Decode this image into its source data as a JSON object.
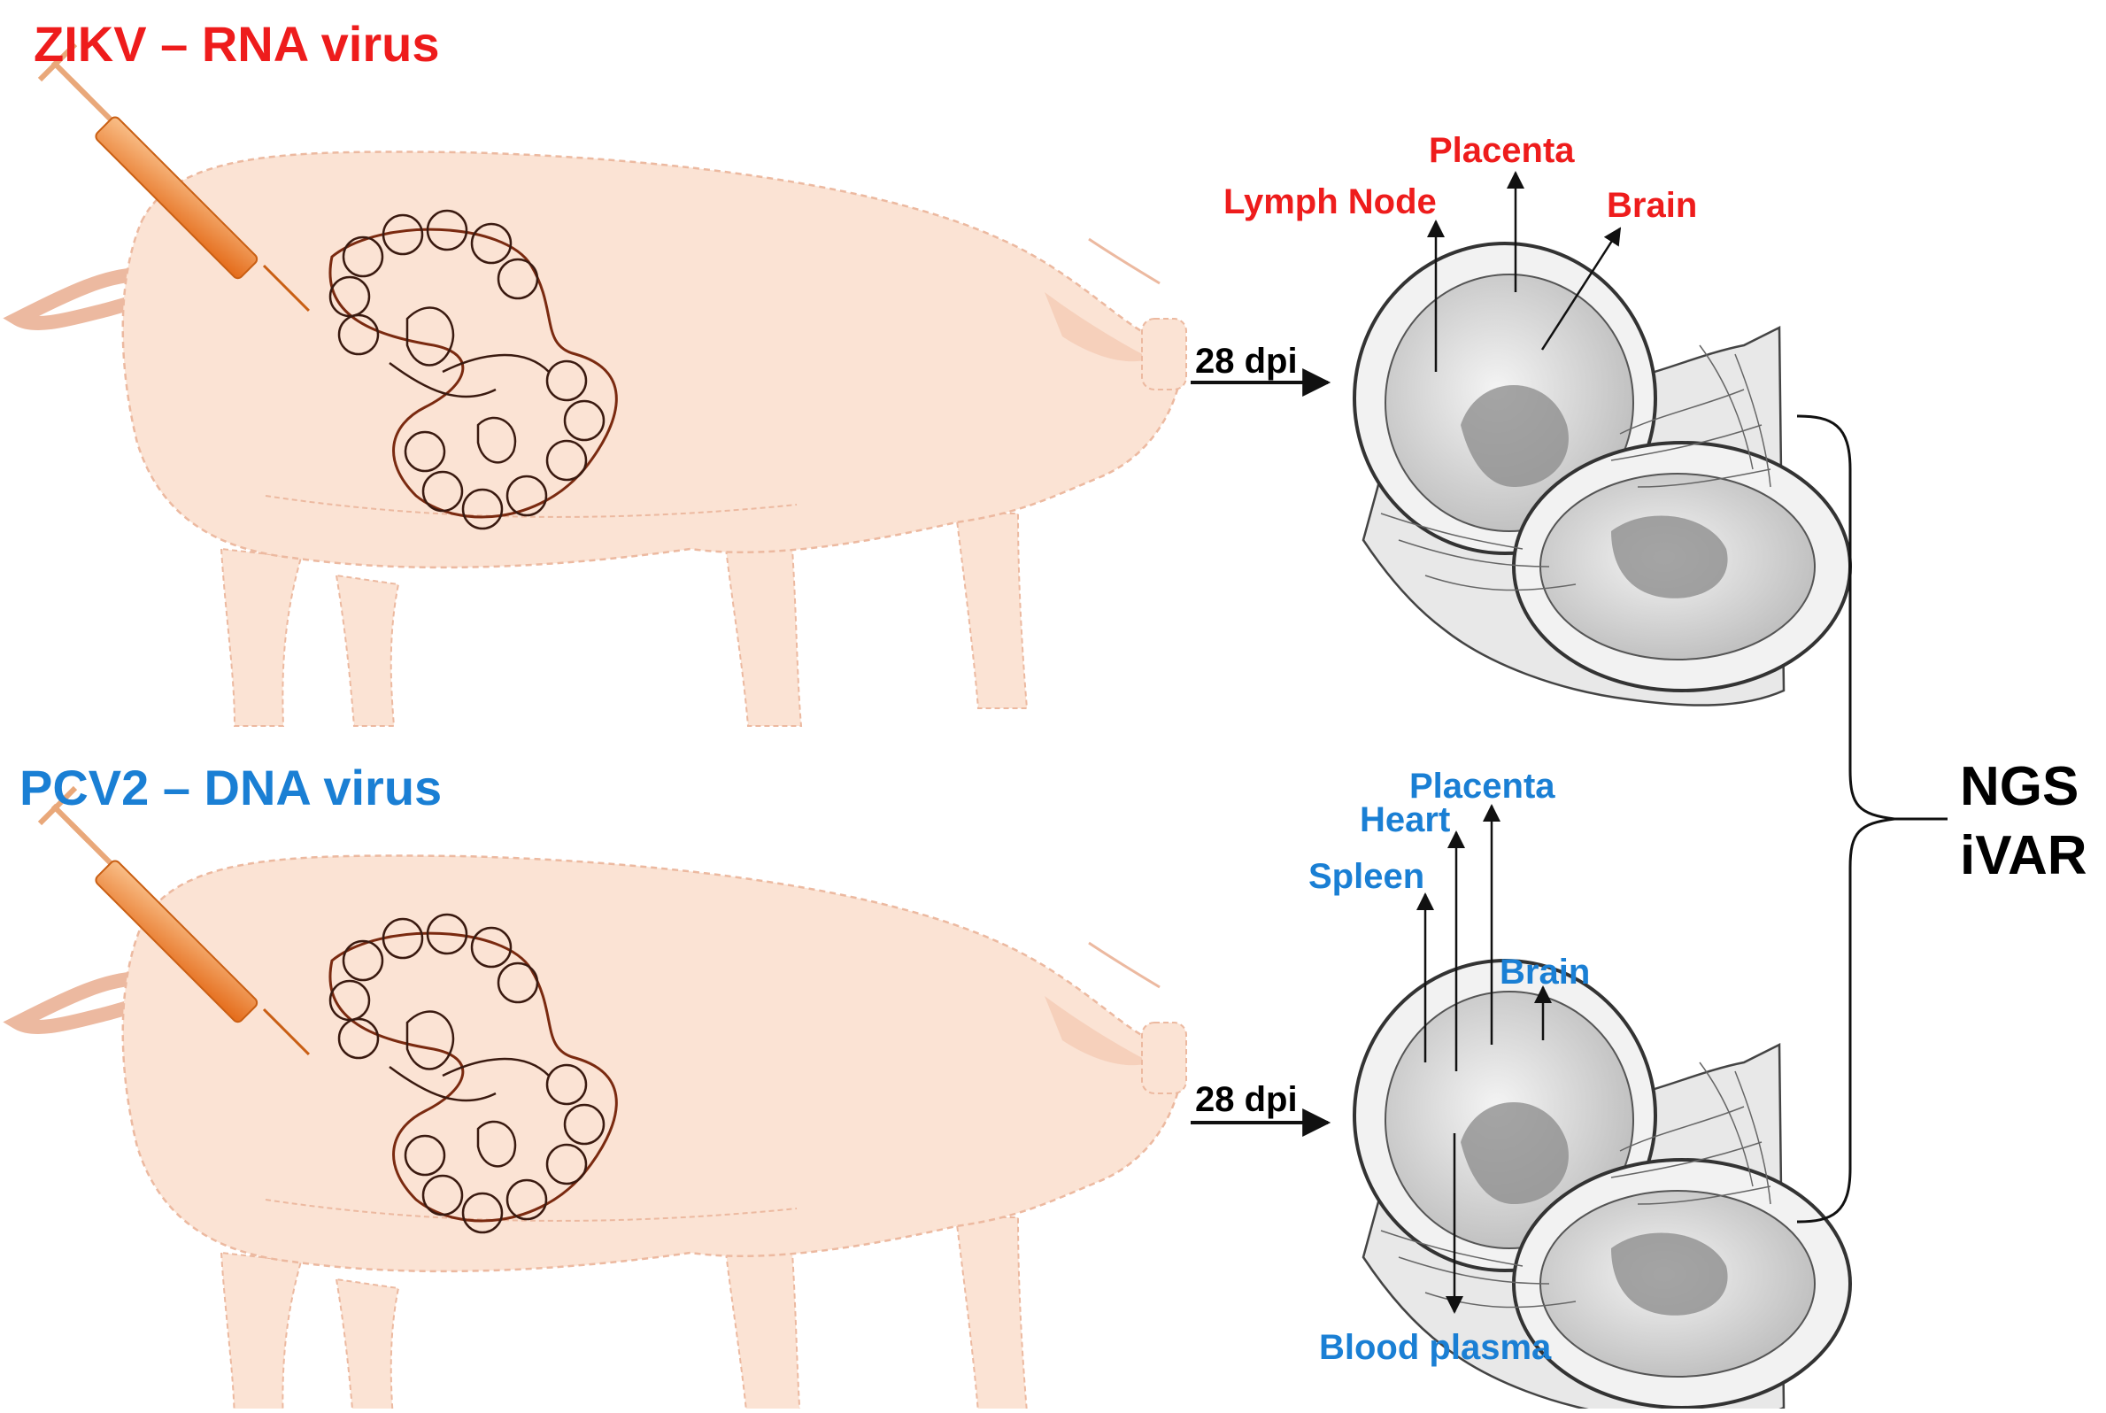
{
  "colors": {
    "zikv": "#ee1c1c",
    "pcv2": "#1a7fd4",
    "pig_fill": "#fbe3d4",
    "pig_outline": "#ecb9a0",
    "syringe": "#f08a2c",
    "ink": "#111111"
  },
  "panels": [
    {
      "virus_label": "ZIKV – RNA virus",
      "color_key": "zikv",
      "timepoint": "28 dpi",
      "tissues": [
        "Lymph Node",
        "Placenta",
        "Brain"
      ]
    },
    {
      "virus_label": "PCV2 – DNA virus",
      "color_key": "pcv2",
      "timepoint": "28 dpi",
      "tissues": [
        "Placenta",
        "Heart",
        "Spleen",
        "Brain",
        "Blood plasma"
      ]
    }
  ],
  "analysis": {
    "line1": "NGS",
    "line2": "iVAR"
  },
  "icons": {
    "syringe": "syringe-icon",
    "pig": "pig-illustration",
    "uterus": "fetal-uterus-illustration",
    "fetus": "fetus-illustration",
    "bracket": "curly-bracket"
  }
}
